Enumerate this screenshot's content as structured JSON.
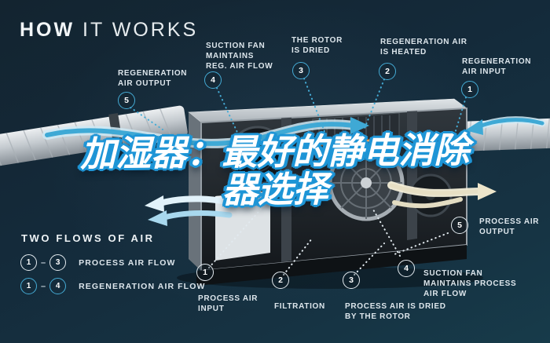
{
  "title": {
    "bold": "HOW",
    "light": " IT WORKS"
  },
  "headline": {
    "line1": "加湿器：最好的静电消除",
    "line2": "器选择"
  },
  "colors": {
    "background": "#142a3a",
    "accent_cyan": "#45acd6",
    "label_text": "#dde6ec",
    "headline_fill": "#ffffff",
    "headline_stroke": "#1e95d6",
    "beige_flow": "#ece5cb",
    "blue_flow": "#3fa9d5"
  },
  "callouts_top": [
    {
      "num": "1",
      "label": "REGENERATION\nAIR INPUT"
    },
    {
      "num": "2",
      "label": "REGENERATION AIR\nIS HEATED"
    },
    {
      "num": "3",
      "label": "THE ROTOR\nIS DRIED"
    },
    {
      "num": "4",
      "label": "SUCTION FAN\nMAINTAINS\nREG. AIR FLOW"
    },
    {
      "num": "5",
      "label": "REGENERATION\nAIR OUTPUT"
    }
  ],
  "callouts_bottom": [
    {
      "num": "1",
      "label": "PROCESS AIR\nINPUT"
    },
    {
      "num": "2",
      "label": "FILTRATION"
    },
    {
      "num": "3",
      "label": "PROCESS AIR IS DRIED\nBY THE ROTOR"
    },
    {
      "num": "4",
      "label": "SUCTION FAN\nMAINTAINS PROCESS\nAIR FLOW"
    },
    {
      "num": "5",
      "label": "PROCESS AIR\nOUTPUT"
    }
  ],
  "legend": {
    "heading": "TWO FLOWS OF AIR",
    "rows": [
      {
        "from": "1",
        "to": "3",
        "label": "PROCESS AIR FLOW",
        "style": "white"
      },
      {
        "from": "1",
        "to": "4",
        "label": "REGENERATION AIR FLOW",
        "style": "cyan"
      }
    ]
  }
}
